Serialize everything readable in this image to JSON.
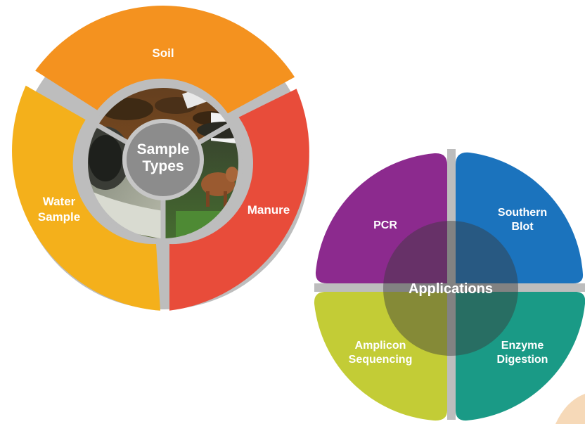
{
  "sample_types": {
    "center_line1": "Sample",
    "center_line2": "Types",
    "segments": [
      {
        "name": "soil",
        "label_line1": "Soil",
        "label_line2": "",
        "color": "#f4921f"
      },
      {
        "name": "manure",
        "label_line1": "Manure",
        "label_line2": "",
        "color": "#e84c3a"
      },
      {
        "name": "water",
        "label_line1": "Water",
        "label_line2": "Sample",
        "color": "#f4b01b"
      }
    ],
    "photo_wedges": [
      "soil-photo",
      "cow-photo",
      "water-photo"
    ]
  },
  "applications": {
    "center_label": "Applications",
    "quadrants": [
      {
        "name": "pcr",
        "label_line1": "PCR",
        "label_line2": "",
        "color": "#8c2a8e"
      },
      {
        "name": "southern-blot",
        "label_line1": "Southern",
        "label_line2": "Blot",
        "color": "#1b73bd"
      },
      {
        "name": "enzyme-digestion",
        "label_line1": "Enzyme",
        "label_line2": "Digestion",
        "color": "#1a9a86"
      },
      {
        "name": "amplicon-sequencing",
        "label_line1": "Amplicon",
        "label_line2": "Sequencing",
        "color": "#c3cc36"
      }
    ]
  },
  "colors": {
    "gray_frame": "#bdbdbd",
    "center_gray": "#8c8c8c",
    "overlay": "#3a3a3a"
  }
}
